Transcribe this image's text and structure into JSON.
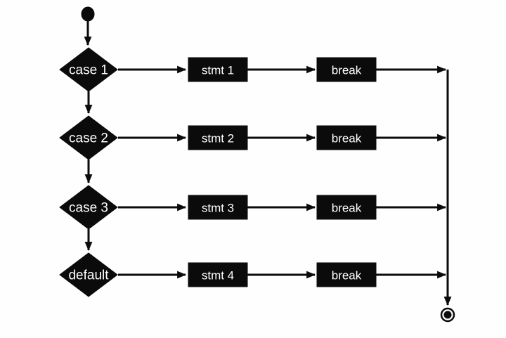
{
  "diagram": {
    "rows": [
      {
        "condition": "case 1",
        "statement": "stmt 1",
        "break_label": "break"
      },
      {
        "condition": "case 2",
        "statement": "stmt 2",
        "break_label": "break"
      },
      {
        "condition": "case 3",
        "statement": "stmt 3",
        "break_label": "break"
      },
      {
        "condition": "default",
        "statement": "stmt 4",
        "break_label": "break"
      }
    ],
    "colors": {
      "shape_fill": "#0b0b0b",
      "shape_text": "#ffffff",
      "line": "#0b0b0b",
      "background": "#fefefe"
    }
  }
}
